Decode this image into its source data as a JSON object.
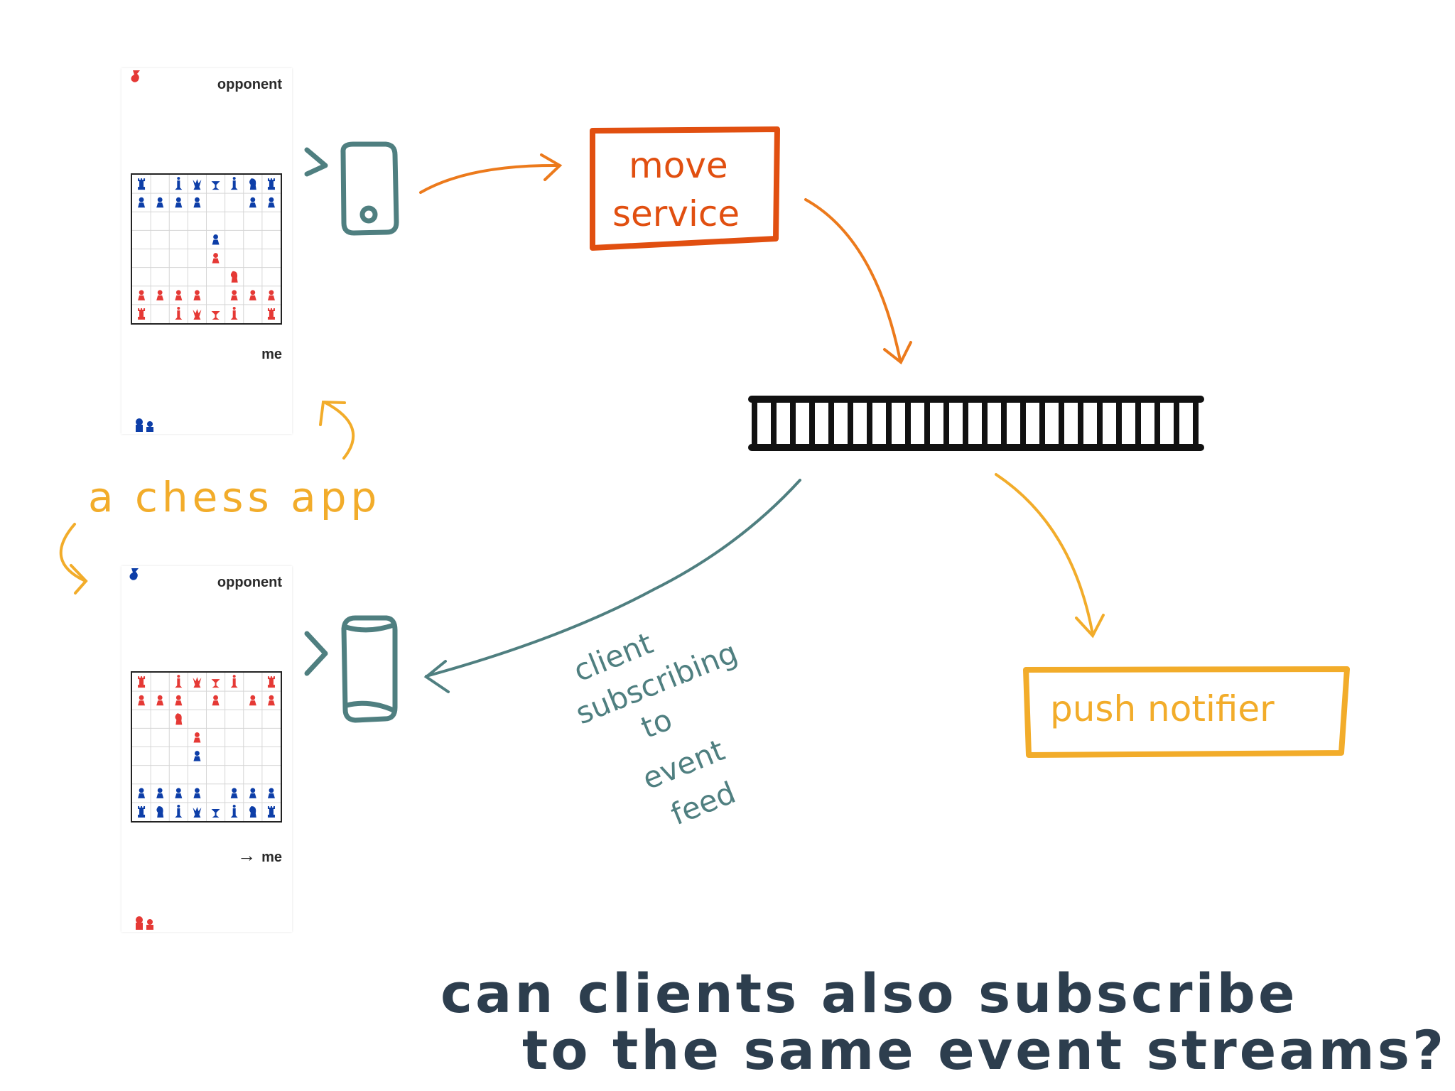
{
  "colors": {
    "red_piece": "#e53935",
    "blue_piece": "#0d3ea8",
    "teal": "#4f7f80",
    "orange_red": "#e14f10",
    "orange": "#ec7a1c",
    "yellow": "#f2ac2a",
    "question": "#2d3e4e"
  },
  "app_top": {
    "opponent_label": "opponent",
    "me_label": "me"
  },
  "app_bottom": {
    "opponent_label": "opponent",
    "me_label": "me",
    "turn_arrow": "→"
  },
  "annotations": {
    "chess_app": "a chess app",
    "move_service_line1": "move",
    "move_service_line2": "service",
    "push_notifier": "push notifier",
    "client_feed_lines": [
      "client",
      "subscribing",
      "to",
      "event",
      "feed"
    ]
  },
  "question": {
    "line1": "can clients also subscribe",
    "line2": "to the same event streams?"
  }
}
